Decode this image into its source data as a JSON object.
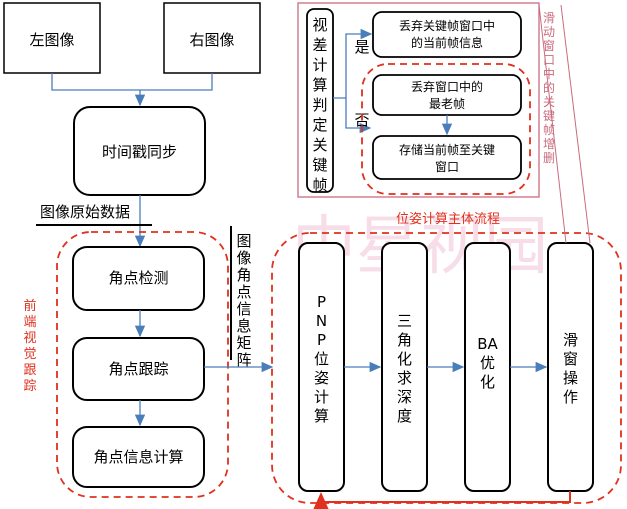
{
  "inputs": {
    "left_image": "左图像",
    "right_image": "右图像"
  },
  "timestamp_sync": "时间戳同步",
  "raw_data_label": "图像原始数据",
  "front_end": {
    "title": "前端视觉跟踪",
    "steps": [
      "角点检测",
      "角点跟踪",
      "角点信息计算"
    ]
  },
  "matrix_label": "图像角点信息矩阵",
  "main_flow": {
    "title": "位姿计算主体流程",
    "steps": [
      "PNP位姿计算",
      "三角化求深度",
      "BA优化",
      "滑窗操作"
    ]
  },
  "parallax": {
    "decision": "视差计算判定关键帧",
    "yes": "是",
    "no": "否",
    "yes_action": [
      "丢弃关键帧窗口中",
      "的当前帧信息"
    ],
    "no_actions": [
      [
        "丢弃窗口中的",
        "最老帧"
      ],
      [
        "存储当前帧至关键",
        "窗口"
      ]
    ]
  },
  "sliding_label": "滑动窗口中的关键帧增删",
  "watermark": "中星视园",
  "colors": {
    "red": "#e0301e",
    "blue": "#4a7ebb",
    "pink": "#c96b7e",
    "black": "#000000"
  }
}
